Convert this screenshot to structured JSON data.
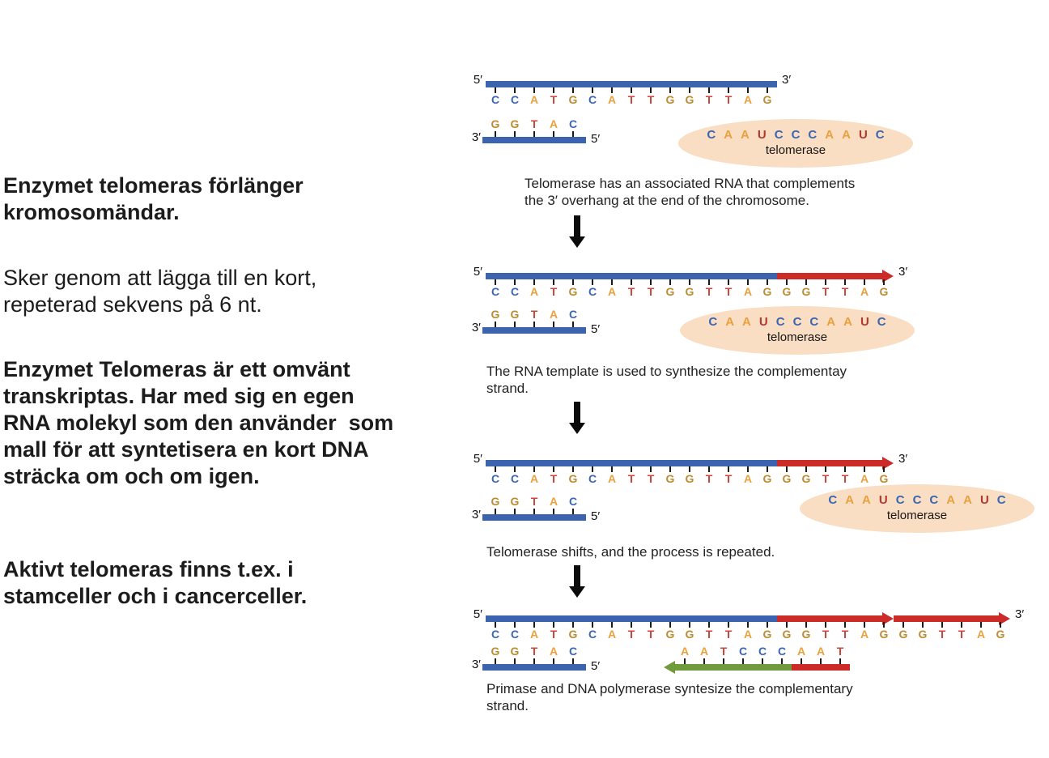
{
  "left_text": {
    "paragraphs": [
      "Enzymet telomeras förlänger\nkromosomändar.",
      "Sker genom att lägga till en kort,\nrepeterad sekvens på 6 nt.",
      "Enzymet Telomeras är ett omvänt\ntranskriptas. Har med sig en egen\nRNA molekyl som den använder  som\nmall för att syntetisera en kort DNA\nsträcka om och om igen.",
      "Aktivt telomeras finns t.ex. i\nstamceller och i cancerceller."
    ]
  },
  "nucleotide_colors": {
    "A": "#E9A13E",
    "T": "#C9473A",
    "G": "#BE8A2F",
    "C": "#3A66B1",
    "U": "#B03A31"
  },
  "diagram": {
    "strand_colors": {
      "blue": "#3B63AE",
      "red": "#CD2B27",
      "green": "#6F9B3D"
    },
    "telomerase_fill": "#F9DEC3",
    "prime_labels": {
      "five": "5′",
      "three": "3′"
    },
    "strands": {
      "top_initial": "CCATGCATTGGTTAG",
      "top_extension": "GGTTAG",
      "bottom_left": "GGTAC",
      "bottom_right_new": "AATCCC",
      "bottom_right_primer": "AAT"
    },
    "telomerase_rna": "CAAUCCCAAUC",
    "telomerase_label": "telomerase",
    "captions": [
      "Telomerase has an associated RNA that complements\nthe 3′ overhang at the end of the chromosome.",
      "The RNA template is used to synthesize the complementay\nstrand.",
      "Telomerase shifts, and the process is repeated.",
      "Primase and DNA polymerase syntesize the complementary\nstrand."
    ]
  }
}
